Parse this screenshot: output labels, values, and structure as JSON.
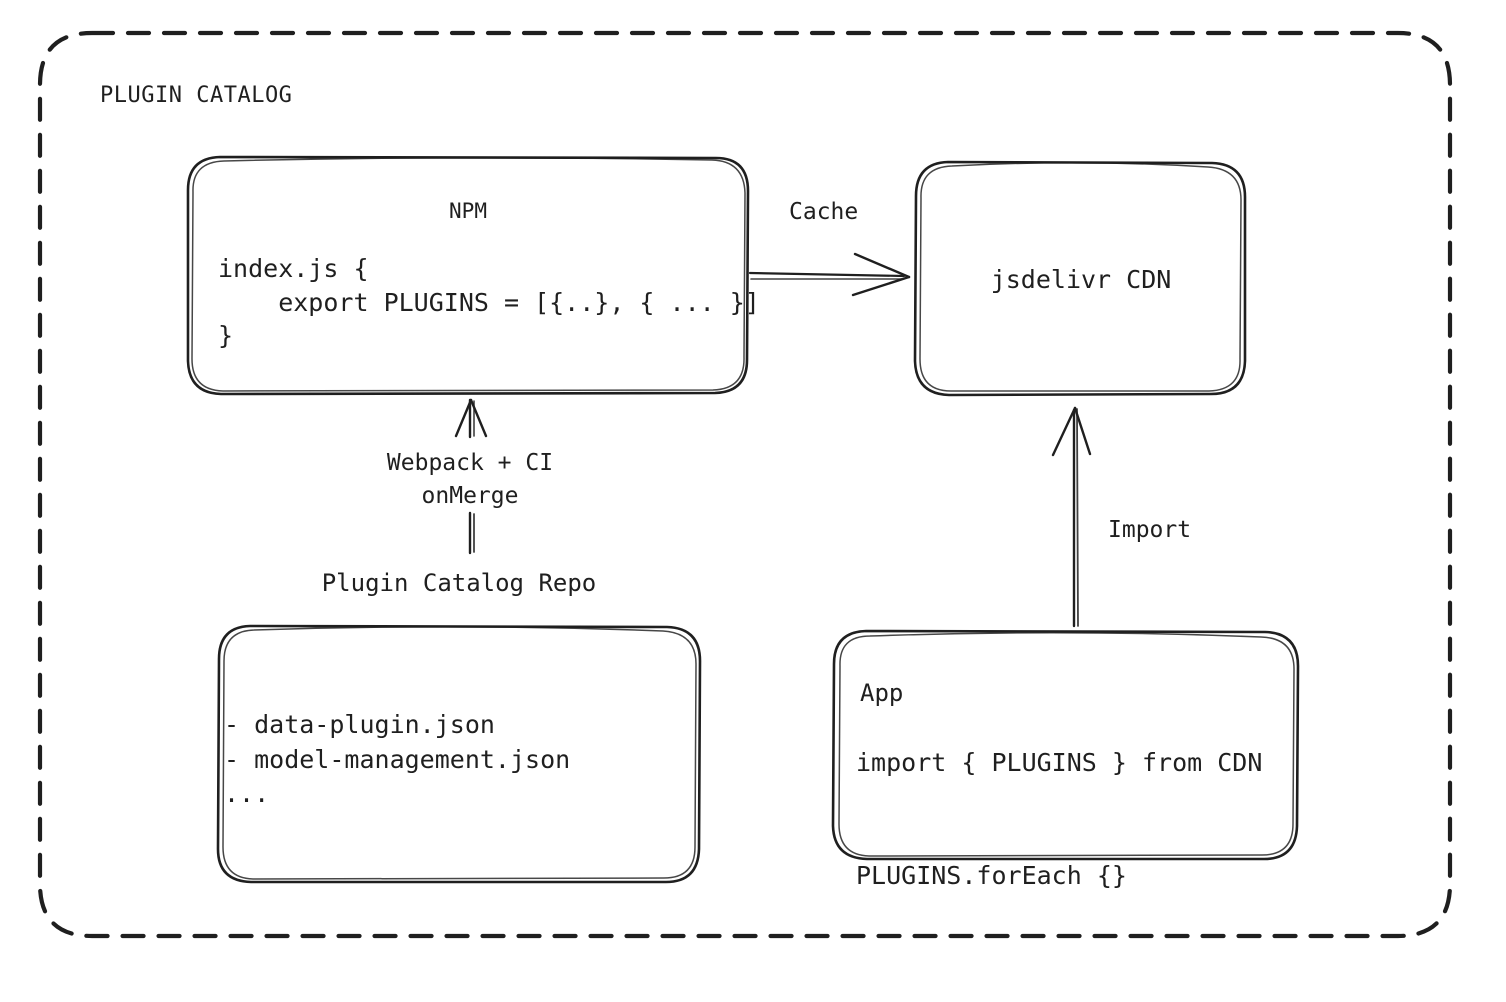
{
  "diagram": {
    "title": "PLUGIN CATALOG",
    "background": "#ffffff",
    "stroke_color": "#1f1f1f",
    "style": "hand-drawn"
  },
  "nodes": {
    "npm": {
      "title": "NPM",
      "code": "index.js {\n    export PLUGINS = [{..}, { ... }]\n}"
    },
    "cdn": {
      "title": "jsdelivr CDN"
    },
    "repo": {
      "caption": "Plugin Catalog Repo",
      "files": "- data-plugin.json\n- model-management.json\n..."
    },
    "app": {
      "title": "App",
      "code": "import { PLUGINS } from CDN\n\nPLUGINS.forEach {}"
    }
  },
  "edges": {
    "cache": {
      "label": "Cache",
      "from": "npm",
      "to": "cdn",
      "direction": "right"
    },
    "webpack": {
      "label": "Webpack + CI\nonMerge",
      "from": "repo",
      "to": "npm",
      "direction": "up"
    },
    "import": {
      "label": "Import",
      "from": "app",
      "to": "cdn",
      "direction": "up"
    }
  }
}
